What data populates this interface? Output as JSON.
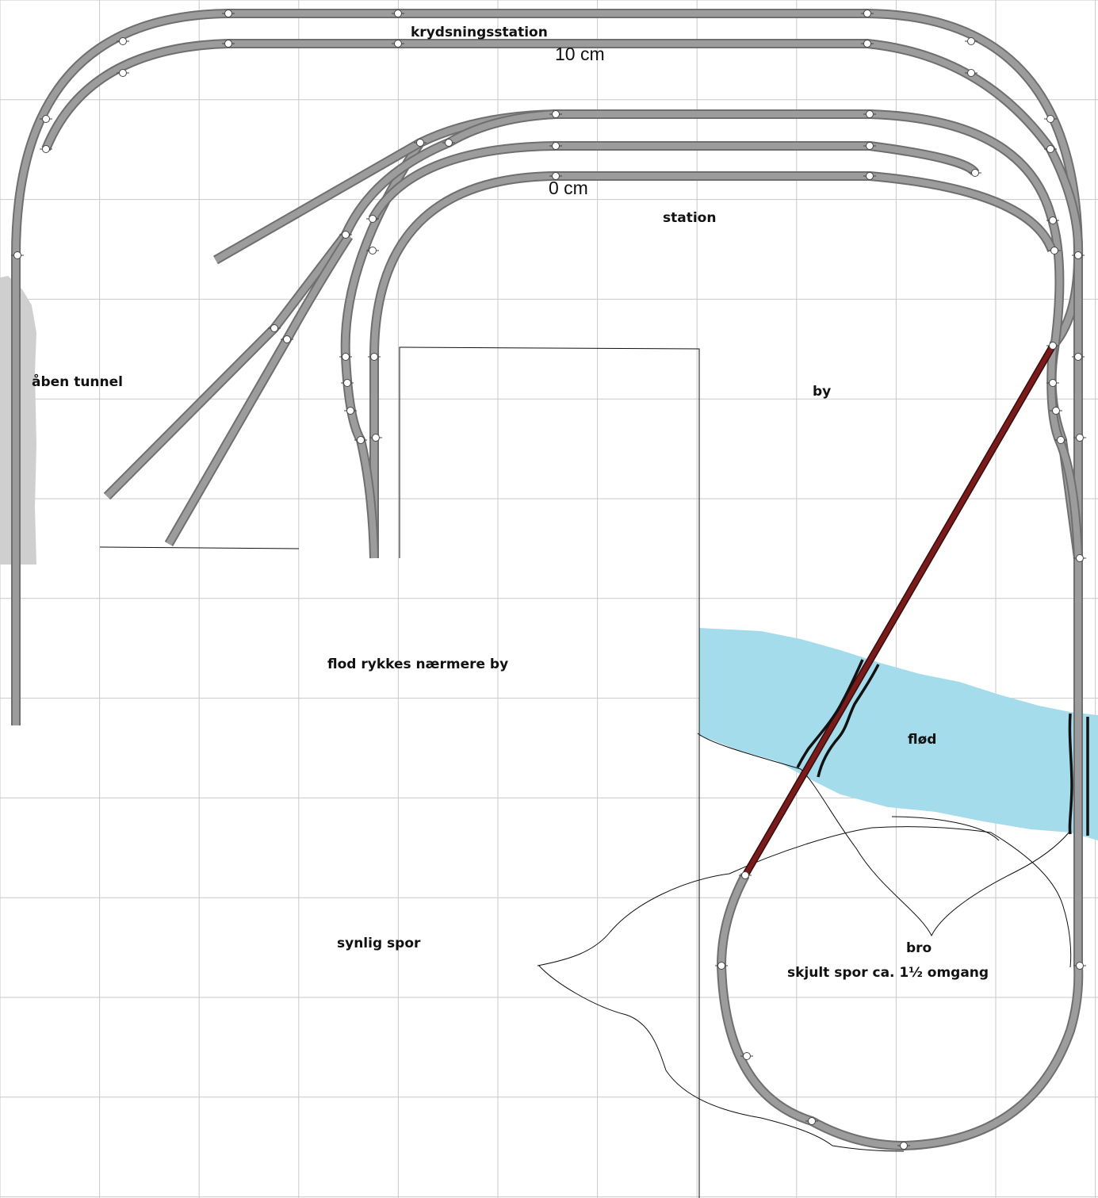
{
  "labels": {
    "crossing_station": "krydsningsstation",
    "measure_top": "10 cm",
    "measure_inner": "0 cm",
    "station": "station",
    "open_tunnel": "åben tunnel",
    "town": "by",
    "river_moved": "flod rykkes nærmere by",
    "river": "flød",
    "visible_track": "synlig spor",
    "bridge": "bro",
    "hidden_track": "skjult spor ca. 1½ omgang"
  },
  "colors": {
    "grid": "#c9c9c9",
    "track_edge": "#6f6f6f",
    "track_fill": "#9c9c9c",
    "river": "#a4dcec",
    "tunnel": "#cfcfcf",
    "ramp": "#6b1414"
  }
}
